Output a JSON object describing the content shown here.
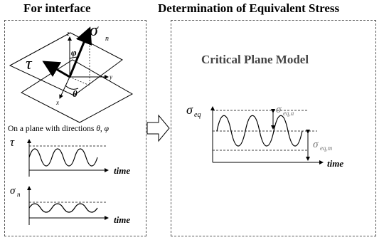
{
  "headings": {
    "left": "For interface",
    "right": "Determination of Equivalent Stress"
  },
  "right_panel": {
    "title": "Critical Plane Model",
    "y_symbol": "σ",
    "y_sub": "eq",
    "x_label": "time",
    "amp_label_main": "σ",
    "amp_label_sub": "eq,a",
    "mean_label_main": "σ",
    "mean_label_sub": "eq,m"
  },
  "left_panel": {
    "caption_prefix": "On a plane with directions",
    "caption_theta": "θ",
    "caption_sep": ",",
    "caption_phi": "φ",
    "plane_labels": {
      "sigma": "σ",
      "sigma_sub": "n",
      "tau": "τ",
      "phi": "φ",
      "theta": "θ",
      "axis_z": "z",
      "axis_y": "y",
      "axis_x": "x"
    },
    "tau_plot": {
      "symbol": "τ",
      "x_label": "time"
    },
    "sigma_plot": {
      "symbol": "σ",
      "sub": "n",
      "x_label": "time"
    }
  },
  "colors": {
    "ink": "#000000",
    "grey_text": "#777777",
    "dashed_box": "#555555"
  }
}
